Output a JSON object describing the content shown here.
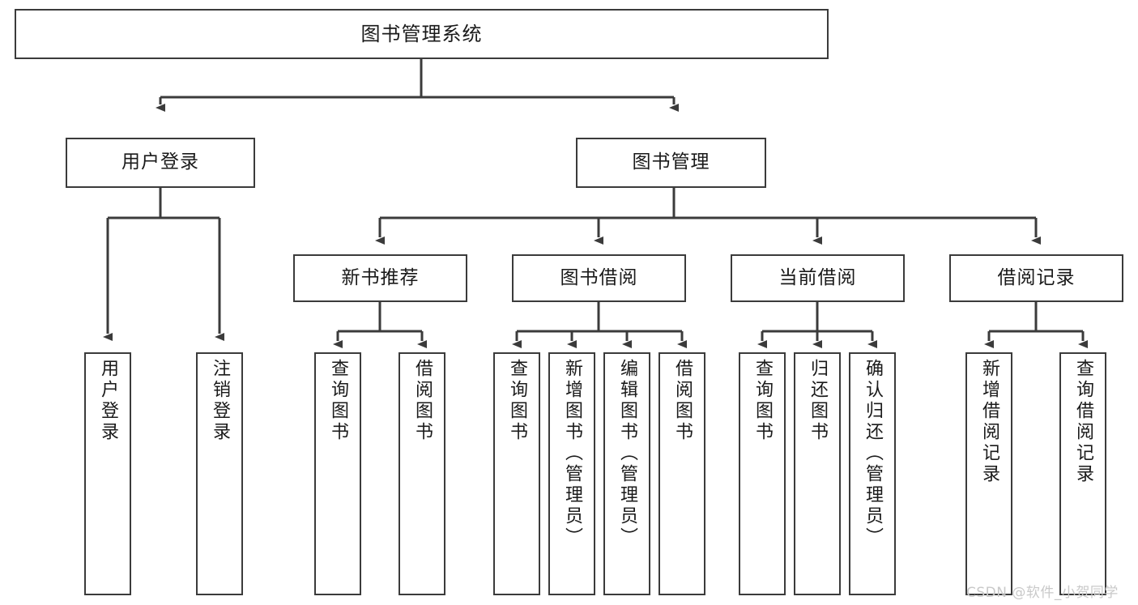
{
  "diagram": {
    "title_node": {
      "label": "图书管理系统"
    },
    "level2": [
      {
        "id": "user-login",
        "label": "用户登录"
      },
      {
        "id": "book-management",
        "label": "图书管理"
      }
    ],
    "level3": [
      {
        "id": "new-book-recommend",
        "label": "新书推荐"
      },
      {
        "id": "book-borrow",
        "label": "图书借阅"
      },
      {
        "id": "current-borrow",
        "label": "当前借阅"
      },
      {
        "id": "borrow-record",
        "label": "借阅记录"
      }
    ],
    "leaves": {
      "user_login": [
        {
          "id": "leaf-user-login",
          "label": "用户登录"
        },
        {
          "id": "leaf-logout-login",
          "label": "注销登录"
        }
      ],
      "new_book_recommend": [
        {
          "id": "leaf-query-book-1",
          "label": "查询图书"
        },
        {
          "id": "leaf-borrow-book-1",
          "label": "借阅图书"
        }
      ],
      "book_borrow": [
        {
          "id": "leaf-query-book-2",
          "label": "查询图书"
        },
        {
          "id": "leaf-add-book-admin",
          "label": "新增图书（管理员）"
        },
        {
          "id": "leaf-edit-book-admin",
          "label": "编辑图书（管理员）"
        },
        {
          "id": "leaf-borrow-book-2",
          "label": "借阅图书"
        }
      ],
      "current_borrow": [
        {
          "id": "leaf-query-book-3",
          "label": "查询图书"
        },
        {
          "id": "leaf-return-book",
          "label": "归还图书"
        },
        {
          "id": "leaf-confirm-return-admin",
          "label": "确认归还（管理员）"
        }
      ],
      "borrow_record": [
        {
          "id": "leaf-add-borrow-record",
          "label": "新增借阅记录"
        },
        {
          "id": "leaf-query-borrow-record",
          "label": "查询借阅记录"
        }
      ]
    },
    "watermark": {
      "text": "CSDN @软件_小贺同学"
    },
    "colors": {
      "stroke": "#3b3b3b",
      "background": "#ffffff",
      "text": "#1a1a1a",
      "watermark": "#c9c9c9"
    }
  }
}
